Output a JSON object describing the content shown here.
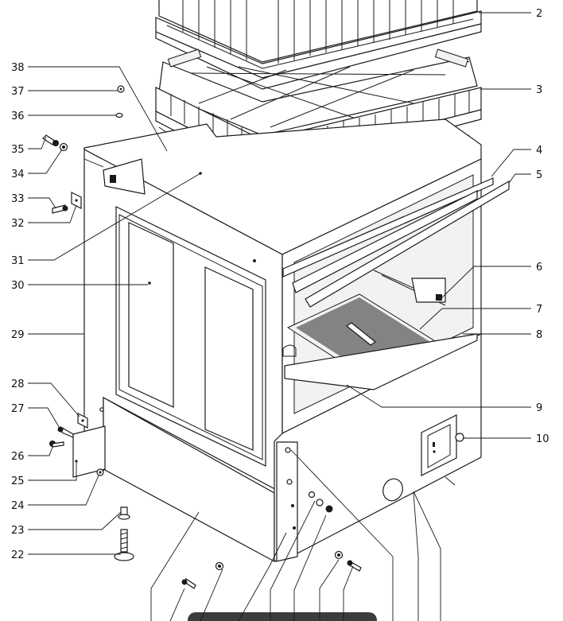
{
  "diagram": {
    "left_callouts": [
      "38",
      "37",
      "36",
      "35",
      "34",
      "33",
      "32",
      "31",
      "30",
      "29",
      "28",
      "27",
      "26",
      "25",
      "24",
      "23",
      "22"
    ],
    "right_callouts": [
      "2",
      "3",
      "4",
      "5",
      "6",
      "7",
      "8",
      "9",
      "10"
    ]
  }
}
